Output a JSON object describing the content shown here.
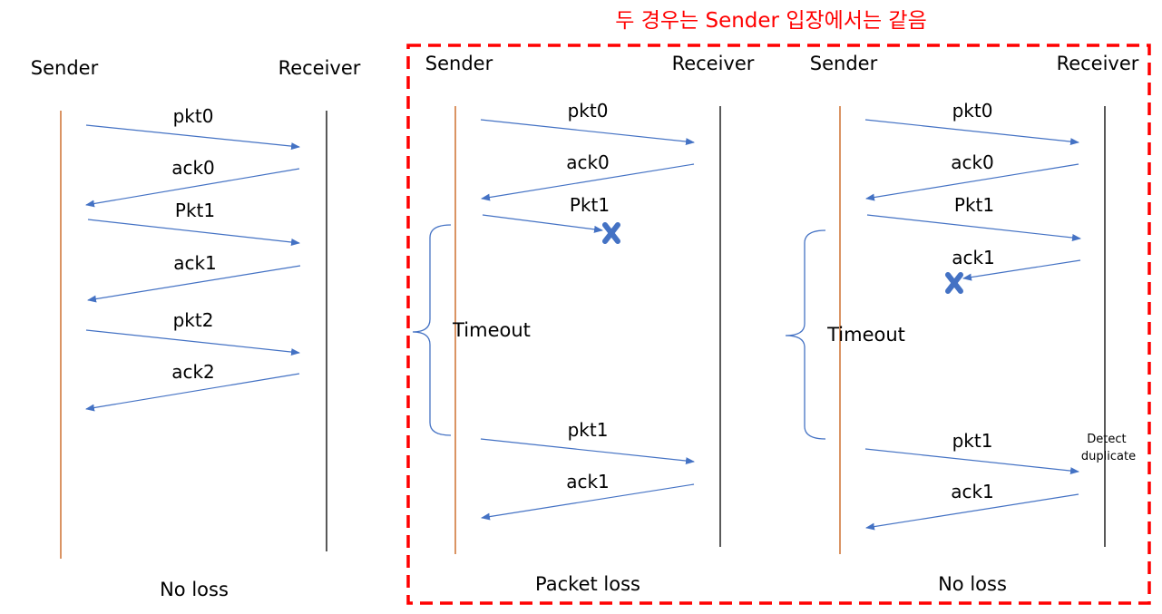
{
  "banner": {
    "text": "두 경우는 Sender 입장에서는 같음",
    "color": "#ff0000"
  },
  "colors": {
    "arrow": "#4472c4",
    "sender_line": "#c55a11",
    "receiver_line": "#000000",
    "x_mark": "#4472c4",
    "dashed_box": "#ff0000"
  },
  "panels": [
    {
      "id": "no-loss-left",
      "sender_label": "Sender",
      "receiver_label": "Receiver",
      "caption": "No loss",
      "messages": [
        {
          "label": "pkt0",
          "direction": "to-receiver"
        },
        {
          "label": "ack0",
          "direction": "to-sender"
        },
        {
          "label": "Pkt1",
          "direction": "to-receiver"
        },
        {
          "label": "ack1",
          "direction": "to-sender"
        },
        {
          "label": "pkt2",
          "direction": "to-receiver"
        },
        {
          "label": "ack2",
          "direction": "to-sender"
        }
      ]
    },
    {
      "id": "packet-loss",
      "sender_label": "Sender",
      "receiver_label": "Receiver",
      "caption": "Packet loss",
      "timeout_label": "Timeout",
      "messages": [
        {
          "label": "pkt0",
          "direction": "to-receiver"
        },
        {
          "label": "ack0",
          "direction": "to-sender"
        },
        {
          "label": "Pkt1",
          "direction": "to-receiver",
          "lost": true
        },
        {
          "label": "pkt1",
          "direction": "to-receiver"
        },
        {
          "label": "ack1",
          "direction": "to-sender"
        }
      ]
    },
    {
      "id": "ack-loss",
      "sender_label": "Sender",
      "receiver_label": "Receiver",
      "caption": "No loss",
      "timeout_label": "Timeout",
      "receiver_note_line1": "Detect",
      "receiver_note_line2": "duplicate",
      "messages": [
        {
          "label": "pkt0",
          "direction": "to-receiver"
        },
        {
          "label": "ack0",
          "direction": "to-sender"
        },
        {
          "label": "Pkt1",
          "direction": "to-receiver"
        },
        {
          "label": "ack1",
          "direction": "to-sender",
          "lost": true
        },
        {
          "label": "pkt1",
          "direction": "to-receiver"
        },
        {
          "label": "ack1",
          "direction": "to-sender"
        }
      ]
    }
  ]
}
